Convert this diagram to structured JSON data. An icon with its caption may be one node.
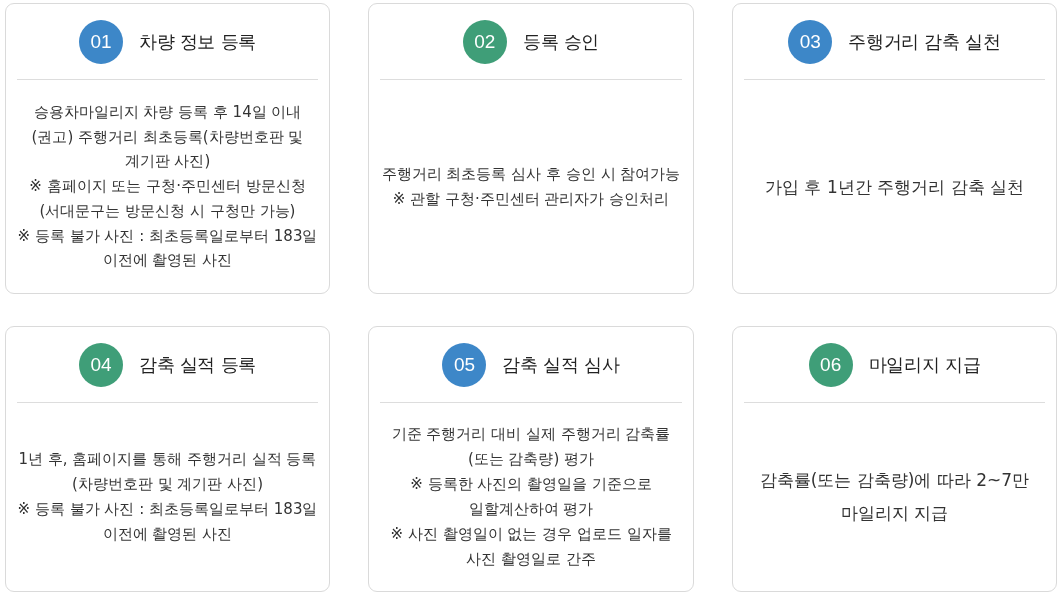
{
  "diagram": {
    "nodes": [
      {
        "text": [
          "차량 정보 등록",
          "승용차마일리지 차량 등록 후 14일 이내 (권고) 주행거리 최초등록(차량번호판 및 계기판 사진)",
          "※ 홈페이지 또는 구청·주민센터 방문신청 (서대문구는 방문신청 시 구청만 가능)",
          "※ 등록 불가 사진 : 최초등록일로부터 183일 이전에 촬영된 사진"
        ]
      },
      {
        "text": [
          "01"
        ],
        "in": 0
      },
      {
        "text": [
          "등록 승인",
          "주행거리 최초등록 심사 후 승인 시 참여가능",
          "※ 관할 구청·주민센터 관리자가 승인처리"
        ]
      },
      {
        "text": [
          "02"
        ],
        "in": 2
      },
      {
        "text": [
          "주행거리 감축 실천",
          "가입 후 1년간 주행거리 감축 실천"
        ]
      },
      {
        "text": [
          "03"
        ],
        "in": 4
      },
      {
        "text": [
          "감축 실적 등록",
          "1년 후, 홈페이지를 통해 주행거리 실적 등록 (차량번호판 및 계기판 사진)",
          "※ 등록 불가 사진 : 최초등록일로부터 183일 이전에 촬영된 사진"
        ]
      },
      {
        "text": [
          "04"
        ],
        "in": 6
      },
      {
        "text": [
          "감축 실적 심사",
          "기준 주행거리 대비 실제 주행거리 감축률 (또는 감축량) 평가",
          "※ 등록한 사진의 촬영일을 기준으로 일할계산하여 평가",
          "※ 사진 촬영일이 없는 경우 업로드 일자를 사진 촬영일로 간주"
        ]
      },
      {
        "text": [
          "05"
        ],
        "in": 8
      },
      {
        "text": [
          "마일리지 지급",
          "감축률(또는 감축량)에 따라 2~7만 마일리지 지급"
        ]
      },
      {
        "text": [
          "06"
        ],
        "in": 10
      }
    ]
  }
}
